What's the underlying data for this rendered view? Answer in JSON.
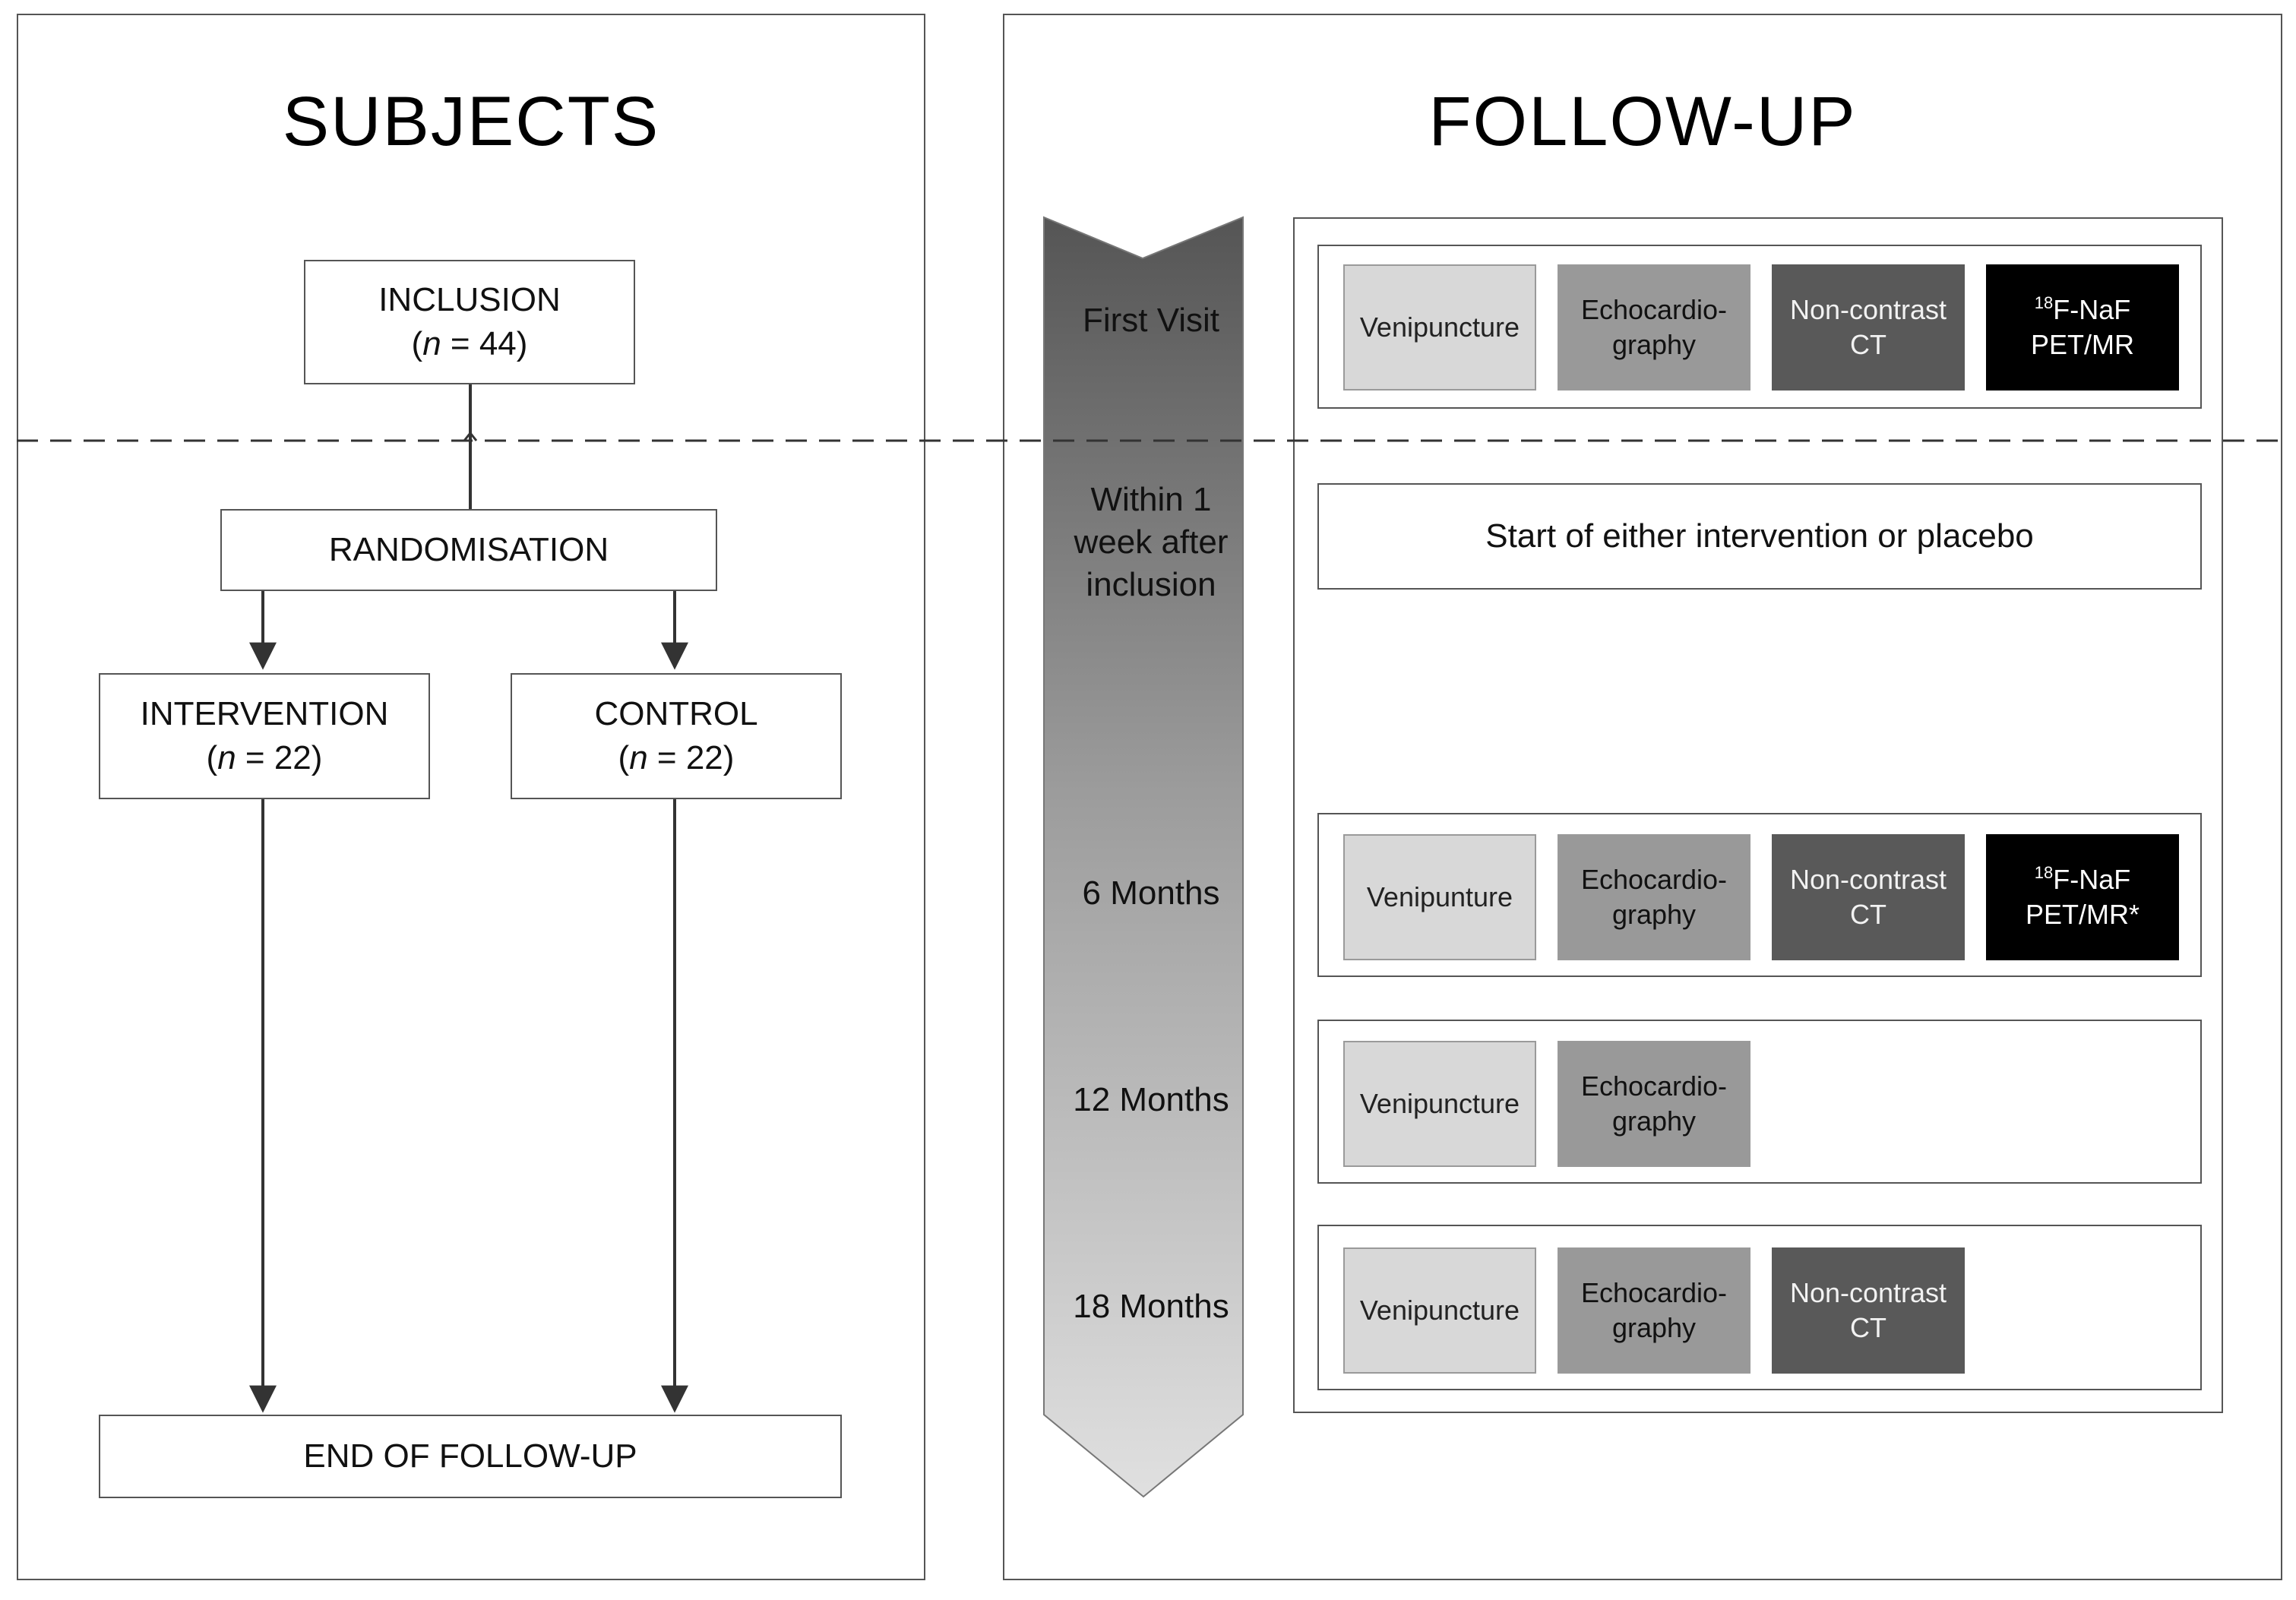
{
  "subjects": {
    "title": "SUBJECTS",
    "inclusion": {
      "label": "INCLUSION",
      "n_prefix": "(",
      "n_var": "n",
      "n_value": " = 44)"
    },
    "randomisation": {
      "label": "RANDOMISATION"
    },
    "intervention": {
      "label": "INTERVENTION",
      "n_prefix": "(",
      "n_var": "n",
      "n_value": " = 22)"
    },
    "control": {
      "label": "CONTROL",
      "n_prefix": "(",
      "n_var": "n",
      "n_value": " = 22)"
    },
    "end": {
      "label": "END OF FOLLOW-UP"
    }
  },
  "followup": {
    "title": "FOLLOW-UP",
    "timeline": [
      {
        "label": "First Visit"
      },
      {
        "label": "Within 1 week after inclusion"
      },
      {
        "label": "6 Months"
      },
      {
        "label": "12 Months"
      },
      {
        "label": "18 Months"
      }
    ],
    "first_visit": {
      "venipuncture": "Venipuncture",
      "echo_1": "Echocardio-",
      "echo_2": "graphy",
      "ct_1": "Non-contrast",
      "ct_2": "CT",
      "pet_sup": "18",
      "pet_1": "F-NaF",
      "pet_2": "PET/MR"
    },
    "start_text": "Start of either intervention or placebo",
    "six_months": {
      "venipuncture": "Venipunture",
      "echo_1": "Echocardio-",
      "echo_2": "graphy",
      "ct_1": "Non-contrast",
      "ct_2": "CT",
      "pet_sup": "18",
      "pet_1": "F-NaF",
      "pet_2": "PET/MR*"
    },
    "twelve_months": {
      "venipuncture": "Venipuncture",
      "echo_1": "Echocardio-",
      "echo_2": "graphy"
    },
    "eighteen_months": {
      "venipuncture": "Venipuncture",
      "echo_1": "Echocardio-",
      "echo_2": "graphy",
      "ct_1": "Non-contrast",
      "ct_2": "CT"
    }
  },
  "colors": {
    "venipuncture": "#d8d8d8",
    "echocardiography": "#999999",
    "ct": "#595959",
    "pet": "#000000",
    "arrow_top": "#555555",
    "arrow_bottom": "#dddddd"
  }
}
